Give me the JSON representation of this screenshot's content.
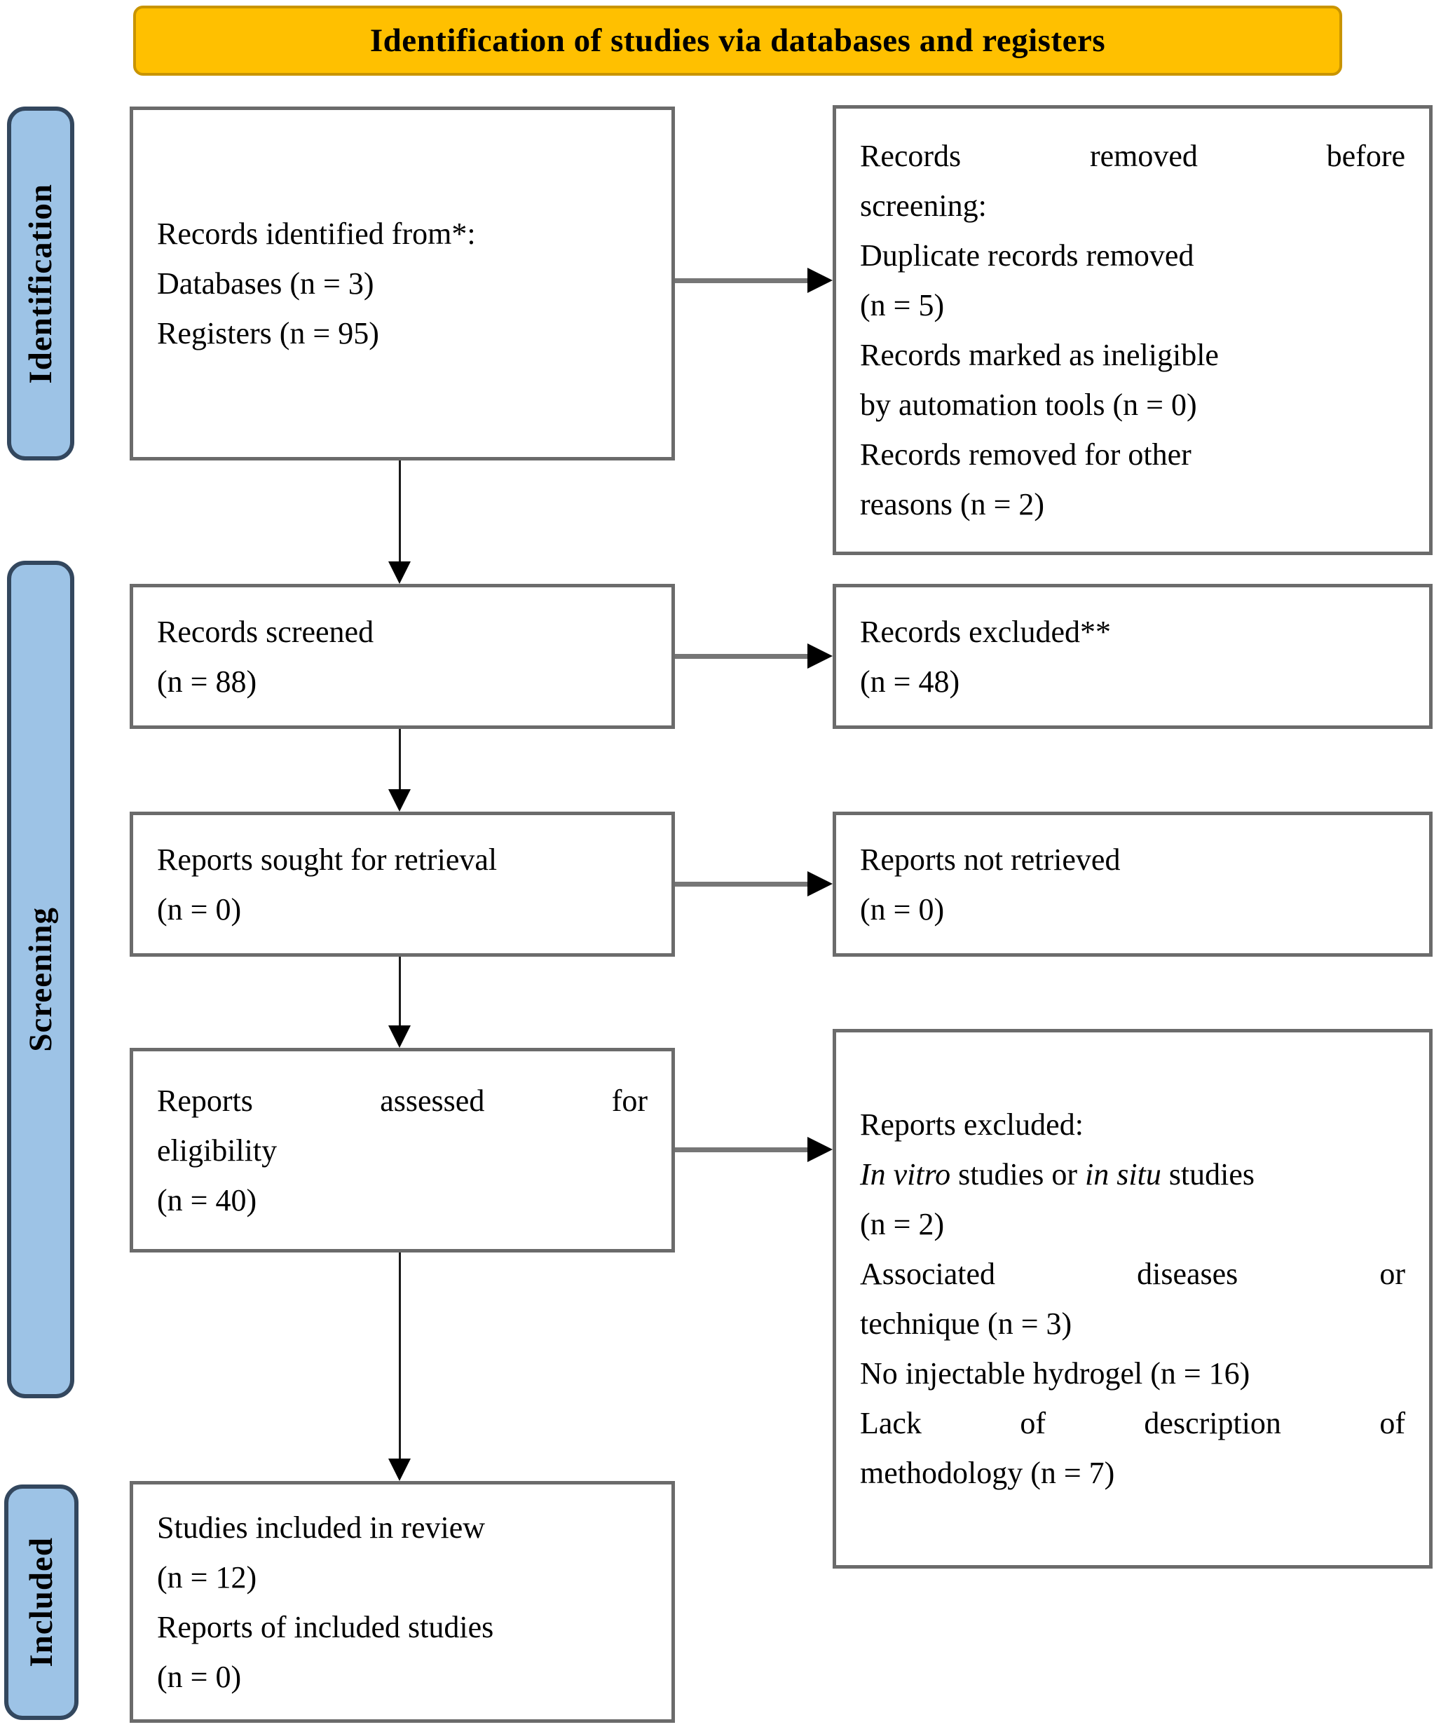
{
  "banner": {
    "title": "Identification of studies via databases and registers"
  },
  "stages": [
    {
      "label": "Identification"
    },
    {
      "label": "Screening"
    },
    {
      "label": "Included"
    }
  ],
  "boxes": {
    "identified": {
      "lines": [
        {
          "text": "Records identified from*:"
        },
        {
          "text": "Databases (n = 3)"
        },
        {
          "text": "Registers (n = 95)"
        }
      ]
    },
    "removed_before_screening": {
      "lines": [
        {
          "text": "Records removed before",
          "stretch": true
        },
        {
          "text": "screening:"
        },
        {
          "text": "Duplicate records removed"
        },
        {
          "text": "(n = 5)"
        },
        {
          "text": "Records marked as ineligible"
        },
        {
          "text": "by automation tools (n = 0)"
        },
        {
          "text": "Records removed for other"
        },
        {
          "text": "reasons (n = 2)"
        }
      ]
    },
    "screened": {
      "lines": [
        {
          "text": "Records screened"
        },
        {
          "text": "(n = 88)"
        }
      ]
    },
    "records_excluded": {
      "lines": [
        {
          "text": "Records excluded**"
        },
        {
          "text": "(n = 48)"
        }
      ]
    },
    "sought": {
      "lines": [
        {
          "text": "Reports sought for retrieval"
        },
        {
          "text": "(n = 0)"
        }
      ]
    },
    "not_retrieved": {
      "lines": [
        {
          "text": "Reports not retrieved"
        },
        {
          "text": "(n = 0)"
        }
      ]
    },
    "assessed": {
      "lines": [
        {
          "text": "Reports assessed for",
          "stretch": true
        },
        {
          "text": "eligibility"
        },
        {
          "text": "(n = 40)"
        }
      ]
    },
    "reports_excluded": {
      "lines": [
        {
          "text": "Reports excluded:"
        },
        {
          "segments": [
            {
              "text": "In vitro",
              "italic": true
            },
            {
              "text": " studies or "
            },
            {
              "text": "in situ",
              "italic": true
            },
            {
              "text": " studies"
            }
          ]
        },
        {
          "text": "(n = 2)"
        },
        {
          "text": "Associated diseases or",
          "stretch": true
        },
        {
          "text": "technique (n = 3)"
        },
        {
          "text": "No injectable hydrogel (n = 16)"
        },
        {
          "text": "Lack of description of",
          "stretch": true
        },
        {
          "text": "methodology (n = 7)"
        }
      ]
    },
    "included_in_review": {
      "lines": [
        {
          "text": "Studies included in review"
        },
        {
          "text": "(n = 12)"
        },
        {
          "text": "Reports of included studies"
        },
        {
          "text": "(n = 0)"
        }
      ]
    }
  },
  "colors": {
    "banner_fill": "#FFC000",
    "banner_border": "#C99400",
    "stage_fill": "#9DC3E6",
    "stage_border": "#33475E",
    "box_border": "#6B6B6B",
    "arrow_line_horizontal": "#767676",
    "arrow_line_vertical": "#1A1A1A",
    "arrow_head": "#000000"
  }
}
